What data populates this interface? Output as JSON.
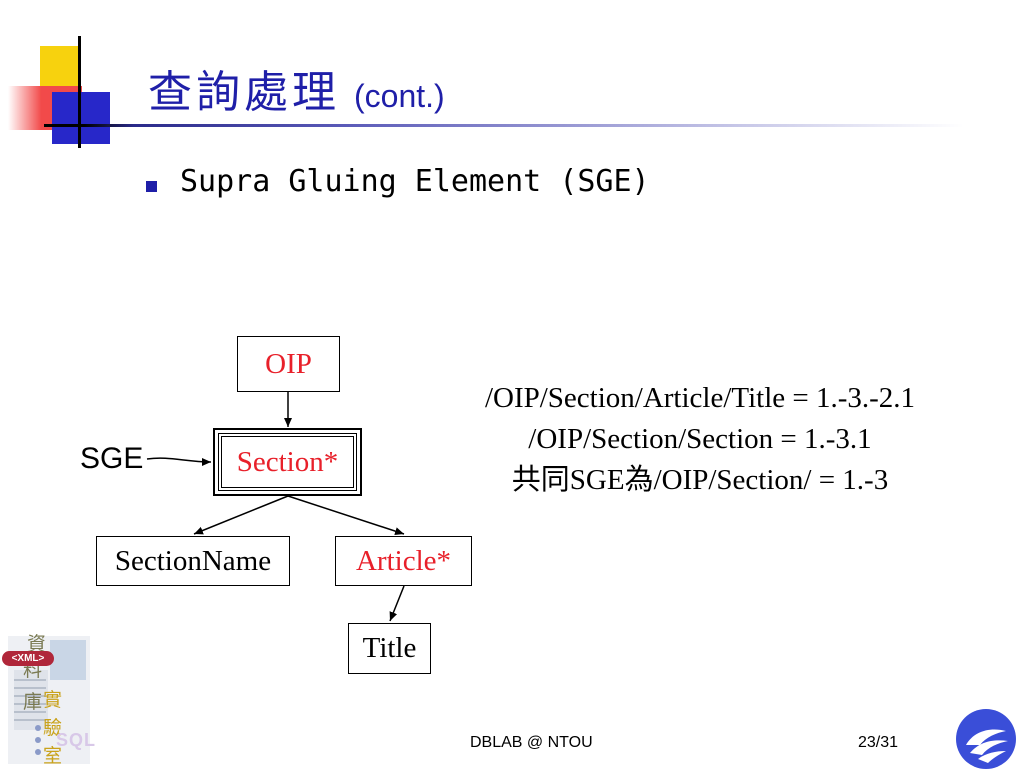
{
  "slide": {
    "title_main": "查詢處理",
    "title_sub": "(cont.)",
    "bullet": "Supra Gluing Element (SGE)"
  },
  "diagram": {
    "nodes": {
      "oip": "OIP",
      "section": "Section*",
      "section_name": "SectionName",
      "article": "Article*",
      "title": "Title"
    },
    "sge_label": "SGE",
    "paths": [
      "/OIP/Section/Article/Title = 1.-3.-2.1",
      "/OIP/Section/Section = 1.-3.1",
      "共同SGE為/OIP/Section/ = 1.-3"
    ]
  },
  "footer": {
    "center": "DBLAB @ NTOU",
    "page": "23/31"
  },
  "logo": {
    "xml_badge": "<XML>",
    "chars": [
      "資",
      "料",
      "庫",
      "實",
      "驗",
      "室"
    ],
    "sql_text": "SQL"
  },
  "colors": {
    "title": "#1f1fa8",
    "red_node": "#e8202a",
    "deco_yellow": "#f7d20e",
    "deco_red": "#f24a4a",
    "deco_blue": "#2727c9"
  }
}
